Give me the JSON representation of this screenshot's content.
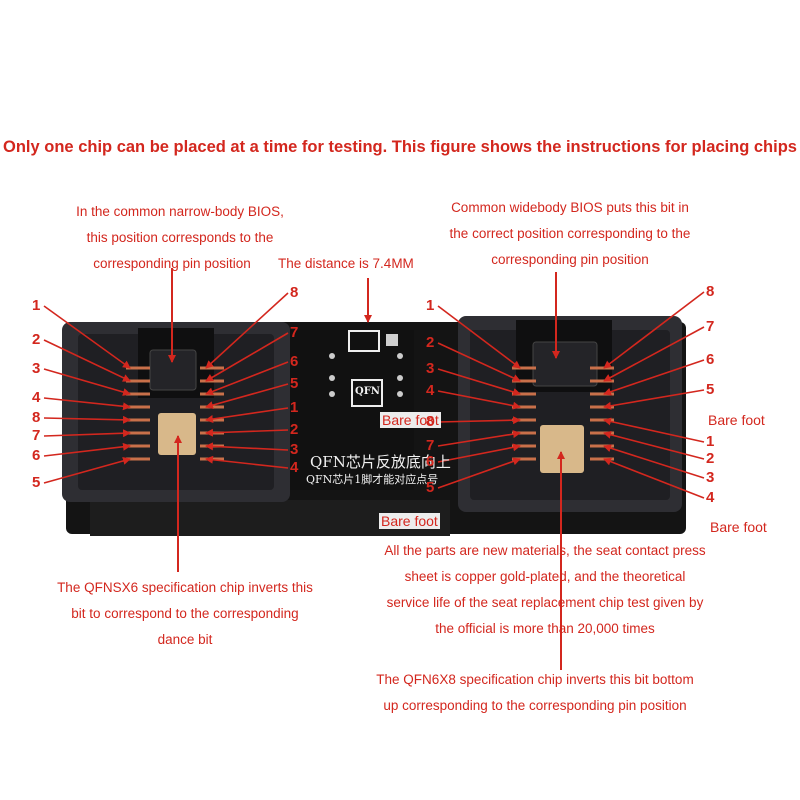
{
  "title": "Only one chip can be placed at a time for testing. This figure shows the instructions for placing chips",
  "notes": {
    "narrow_body": [
      "In the common narrow-body BIOS,",
      "this position corresponds to the",
      "corresponding pin position"
    ],
    "distance": "The distance is 7.4MM",
    "wide_body": [
      "Common widebody BIOS puts this bit in",
      "the correct position corresponding to the",
      "corresponding pin position"
    ],
    "qfn5x6": [
      "The QFNSX6 specification chip inverts this",
      "bit to correspond to the corresponding",
      "dance bit"
    ],
    "materials": [
      "All the parts are new materials, the seat contact press",
      "sheet is copper gold-plated, and the theoretical",
      "service life of the seat replacement chip test given by",
      "the official is more than 20,000 times"
    ],
    "qfn6x8": [
      "The QFN6X8 specification chip inverts this bit bottom",
      "up corresponding to the corresponding pin position"
    ]
  },
  "bare_foot": "Bare foot",
  "pin_labels": {
    "left_outer": [
      "1",
      "2",
      "3",
      "4",
      "8",
      "7",
      "6",
      "5"
    ],
    "left_right": [
      "8",
      "7",
      "6",
      "5",
      "1",
      "2",
      "3",
      "4"
    ],
    "right_left": [
      "1",
      "2",
      "3",
      "4",
      "8",
      "7",
      "6",
      "5"
    ],
    "right_outer": [
      "8",
      "7",
      "6",
      "5",
      "1",
      "2",
      "3",
      "4"
    ]
  },
  "silkscreen": {
    "line1": "QFN芯片反放底向上",
    "line2": "QFN芯片1脚才能对应点号",
    "qfn_mark": "QFN"
  },
  "colors": {
    "annotation_red": "#d3271e",
    "board_black": "#141414",
    "socket_gray": "#2e2e33",
    "pad_gold": "#d8b88a",
    "spring_copper": "#c9704a"
  }
}
